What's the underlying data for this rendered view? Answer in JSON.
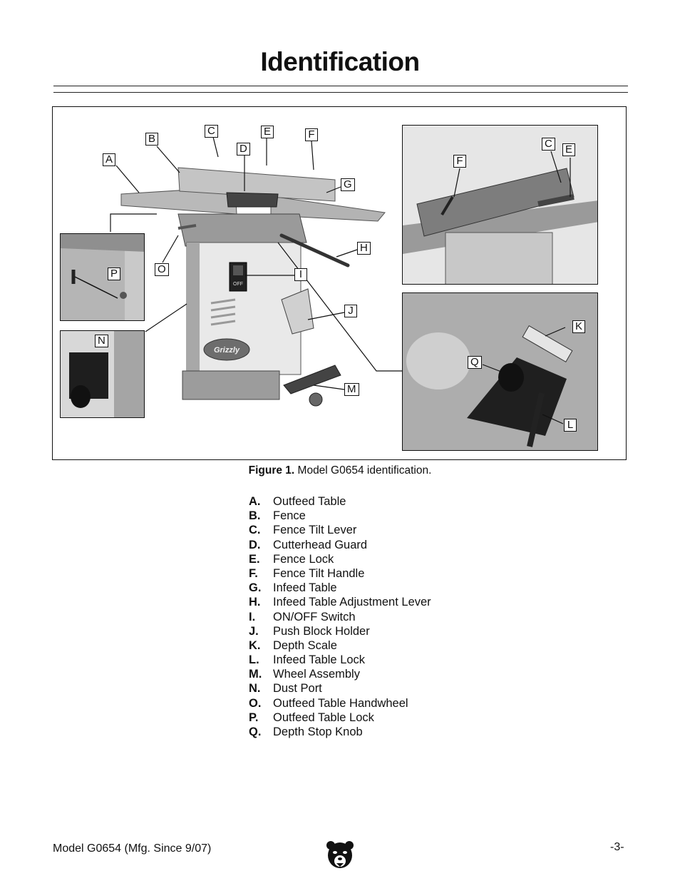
{
  "page": {
    "title": "Identification",
    "footer_model": "Model G0654 (Mfg. Since 9/07)",
    "page_number": "-3-"
  },
  "figure": {
    "caption_label": "Figure 1.",
    "caption_text": "Model G0654 identification.",
    "switch_text": "OFF",
    "badge_text": "Grizzly",
    "callouts_main": [
      "A",
      "B",
      "C",
      "D",
      "E",
      "F",
      "G",
      "H",
      "I",
      "J",
      "M",
      "O"
    ],
    "callouts_inset_p": "P",
    "callouts_inset_n": "N",
    "callouts_top_right": [
      "F",
      "C",
      "E"
    ],
    "callouts_bottom_right": [
      "K",
      "Q",
      "L"
    ]
  },
  "legend": [
    {
      "key": "A.",
      "label": "Outfeed Table"
    },
    {
      "key": "B.",
      "label": "Fence"
    },
    {
      "key": "C.",
      "label": "Fence Tilt Lever"
    },
    {
      "key": "D.",
      "label": "Cutterhead Guard"
    },
    {
      "key": "E.",
      "label": "Fence Lock"
    },
    {
      "key": "F.",
      "label": "Fence Tilt Handle"
    },
    {
      "key": "G.",
      "label": "Infeed Table"
    },
    {
      "key": "H.",
      "label": "Infeed Table Adjustment Lever"
    },
    {
      "key": "I.",
      "label": "ON/OFF Switch"
    },
    {
      "key": "J.",
      "label": "Push Block Holder"
    },
    {
      "key": "K.",
      "label": "Depth Scale"
    },
    {
      "key": "L.",
      "label": "Infeed Table Lock"
    },
    {
      "key": "M.",
      "label": "Wheel Assembly"
    },
    {
      "key": "N.",
      "label": "Dust Port"
    },
    {
      "key": "O.",
      "label": "Outfeed Table Handwheel"
    },
    {
      "key": "P.",
      "label": "Outfeed Table Lock"
    },
    {
      "key": "Q.",
      "label": "Depth Stop Knob"
    }
  ]
}
